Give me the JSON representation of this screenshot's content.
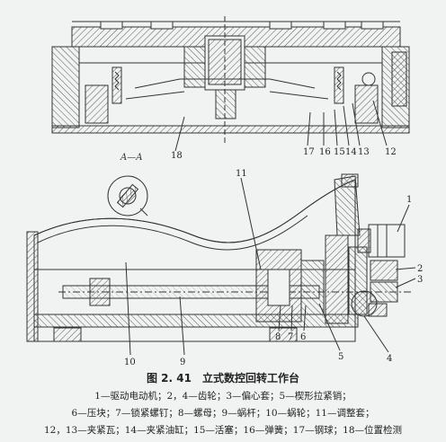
{
  "figure": {
    "number": "图 2. 41",
    "title": "立式数控回转工作台"
  },
  "section_label": "A—A",
  "upper_callouts": [
    "18",
    "17",
    "16",
    "15",
    "14",
    "13",
    "12"
  ],
  "lower_callouts": [
    "11",
    "1",
    "2",
    "3",
    "10",
    "9",
    "8",
    "7",
    "6",
    "5",
    "4"
  ],
  "legend": {
    "line1": "1—驱动电动机；2，4—齿轮；3—偏心套；5—楔形拉紧销；",
    "line2": "6—压块；7—锁紧螺钉；8—螺母；9—蜗杆；10—蜗轮；11—调整套；",
    "line3": "12，13—夹紧瓦；14—夹紧油缸；15—活塞；16—弹簧；17—钢球；18—位置检测"
  }
}
